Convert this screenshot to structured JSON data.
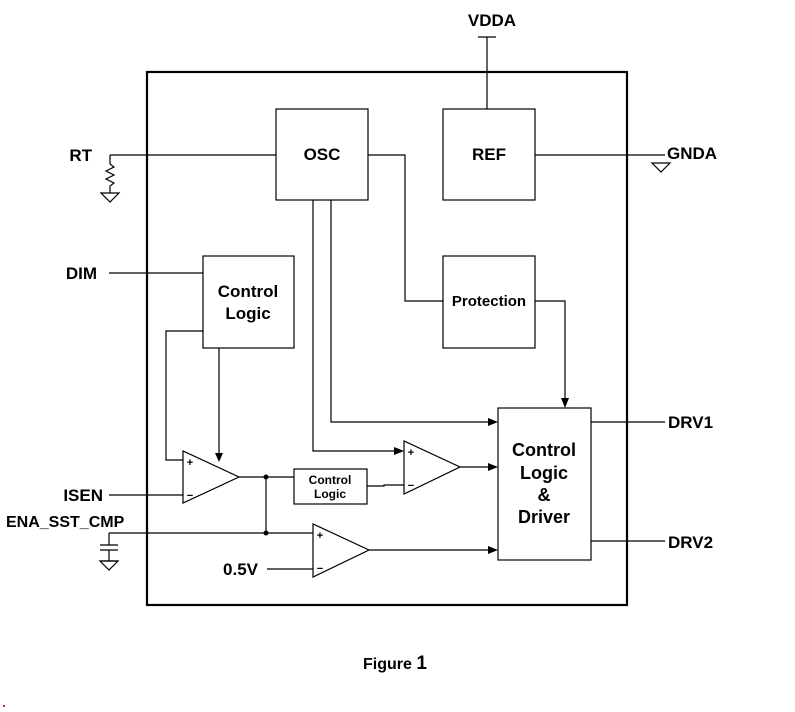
{
  "pins": {
    "vdda": "VDDA",
    "rt": "RT",
    "gnda": "GNDA",
    "dim": "DIM",
    "drv1": "DRV1",
    "isen": "ISEN",
    "ena": "ENA_SST_CMP",
    "drv2": "DRV2",
    "v05": "0.5V"
  },
  "blocks": {
    "osc": "OSC",
    "ref": "REF",
    "control_logic_1_line1": "Control",
    "control_logic_1_line2": "Logic",
    "protection": "Protection",
    "control_logic_small_line1": "Control",
    "control_logic_small_line2": "Logic",
    "driver_line1": "Control",
    "driver_line2": "Logic",
    "driver_line3": "&",
    "driver_line4": "Driver"
  },
  "comparator_signs": {
    "plus": "+",
    "minus": "−"
  },
  "caption": {
    "prefix": "Figure ",
    "number": "1"
  }
}
